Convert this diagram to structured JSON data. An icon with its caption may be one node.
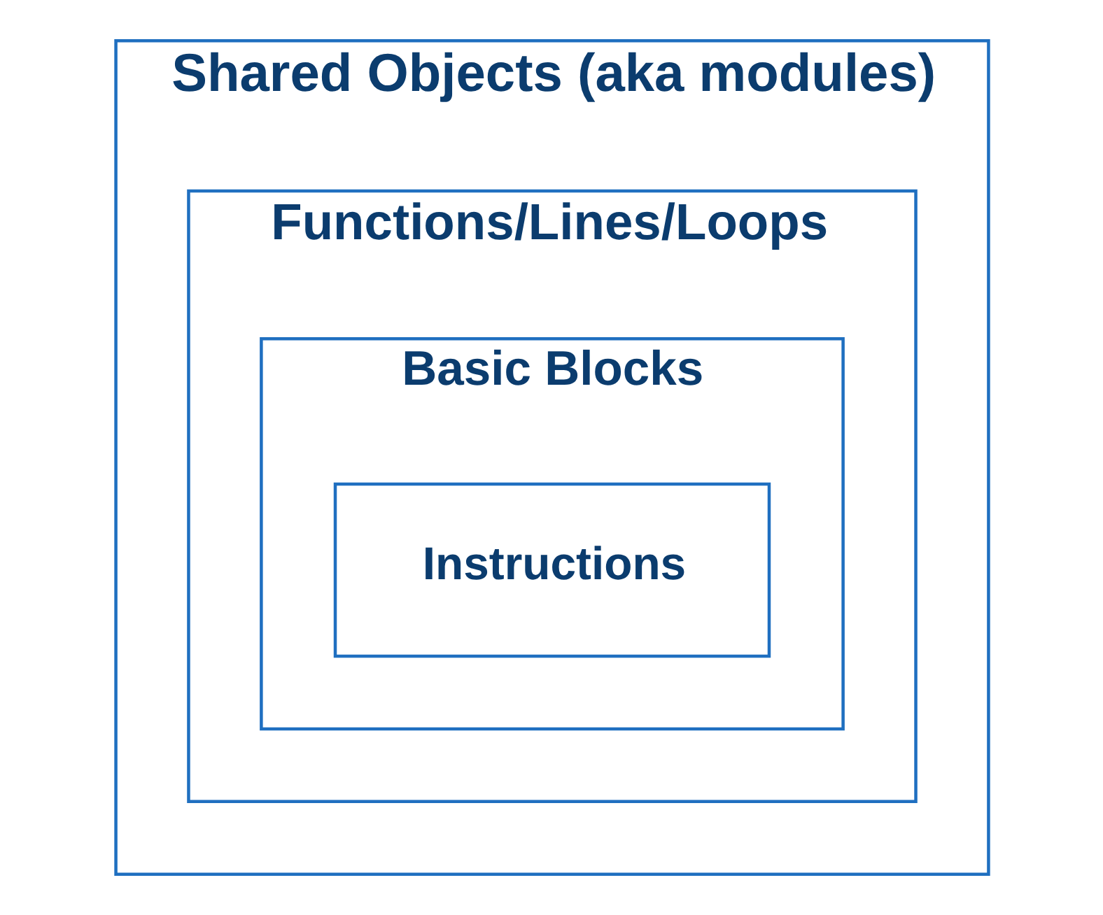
{
  "diagram": {
    "nodes": [
      {
        "text": [
          "Shared Objects (aka modules)"
        ]
      },
      {
        "text": [
          "Functions/Lines/Loops"
        ],
        "in": 0
      },
      {
        "text": [
          "Basic Blocks"
        ],
        "in": 1
      },
      {
        "text": [
          "Instructions"
        ],
        "in": 2
      }
    ]
  }
}
